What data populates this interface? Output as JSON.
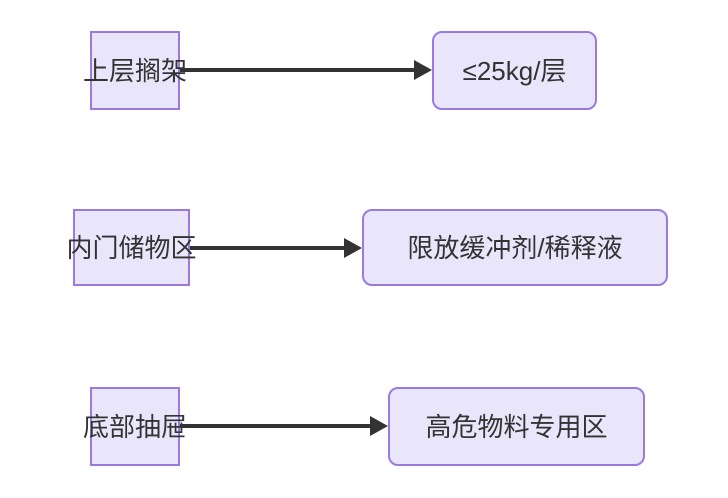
{
  "diagram": {
    "type": "flowchart",
    "direction": "left-to-right",
    "background_color": "#ffffff",
    "node_fill_color": "#e9e6fb",
    "node_border_color": "#9a7ae0",
    "node_text_color": "#333333",
    "edge_color": "#333333",
    "rows": [
      {
        "source": {
          "label": "上层搁架",
          "shape": "rectangle"
        },
        "target": {
          "label": "≤25kg/层",
          "shape": "rounded-rectangle"
        },
        "edge": {
          "label": "",
          "arrow": "arrowhead-right"
        }
      },
      {
        "source": {
          "label": "内门储物区",
          "shape": "rectangle"
        },
        "target": {
          "label": "限放缓冲剂/稀释液",
          "shape": "rounded-rectangle"
        },
        "edge": {
          "label": "",
          "arrow": "arrowhead-right"
        }
      },
      {
        "source": {
          "label": "底部抽屉",
          "shape": "rectangle"
        },
        "target": {
          "label": "高危物料专用区",
          "shape": "rounded-rectangle"
        },
        "edge": {
          "label": "",
          "arrow": "arrowhead-right"
        }
      }
    ]
  }
}
